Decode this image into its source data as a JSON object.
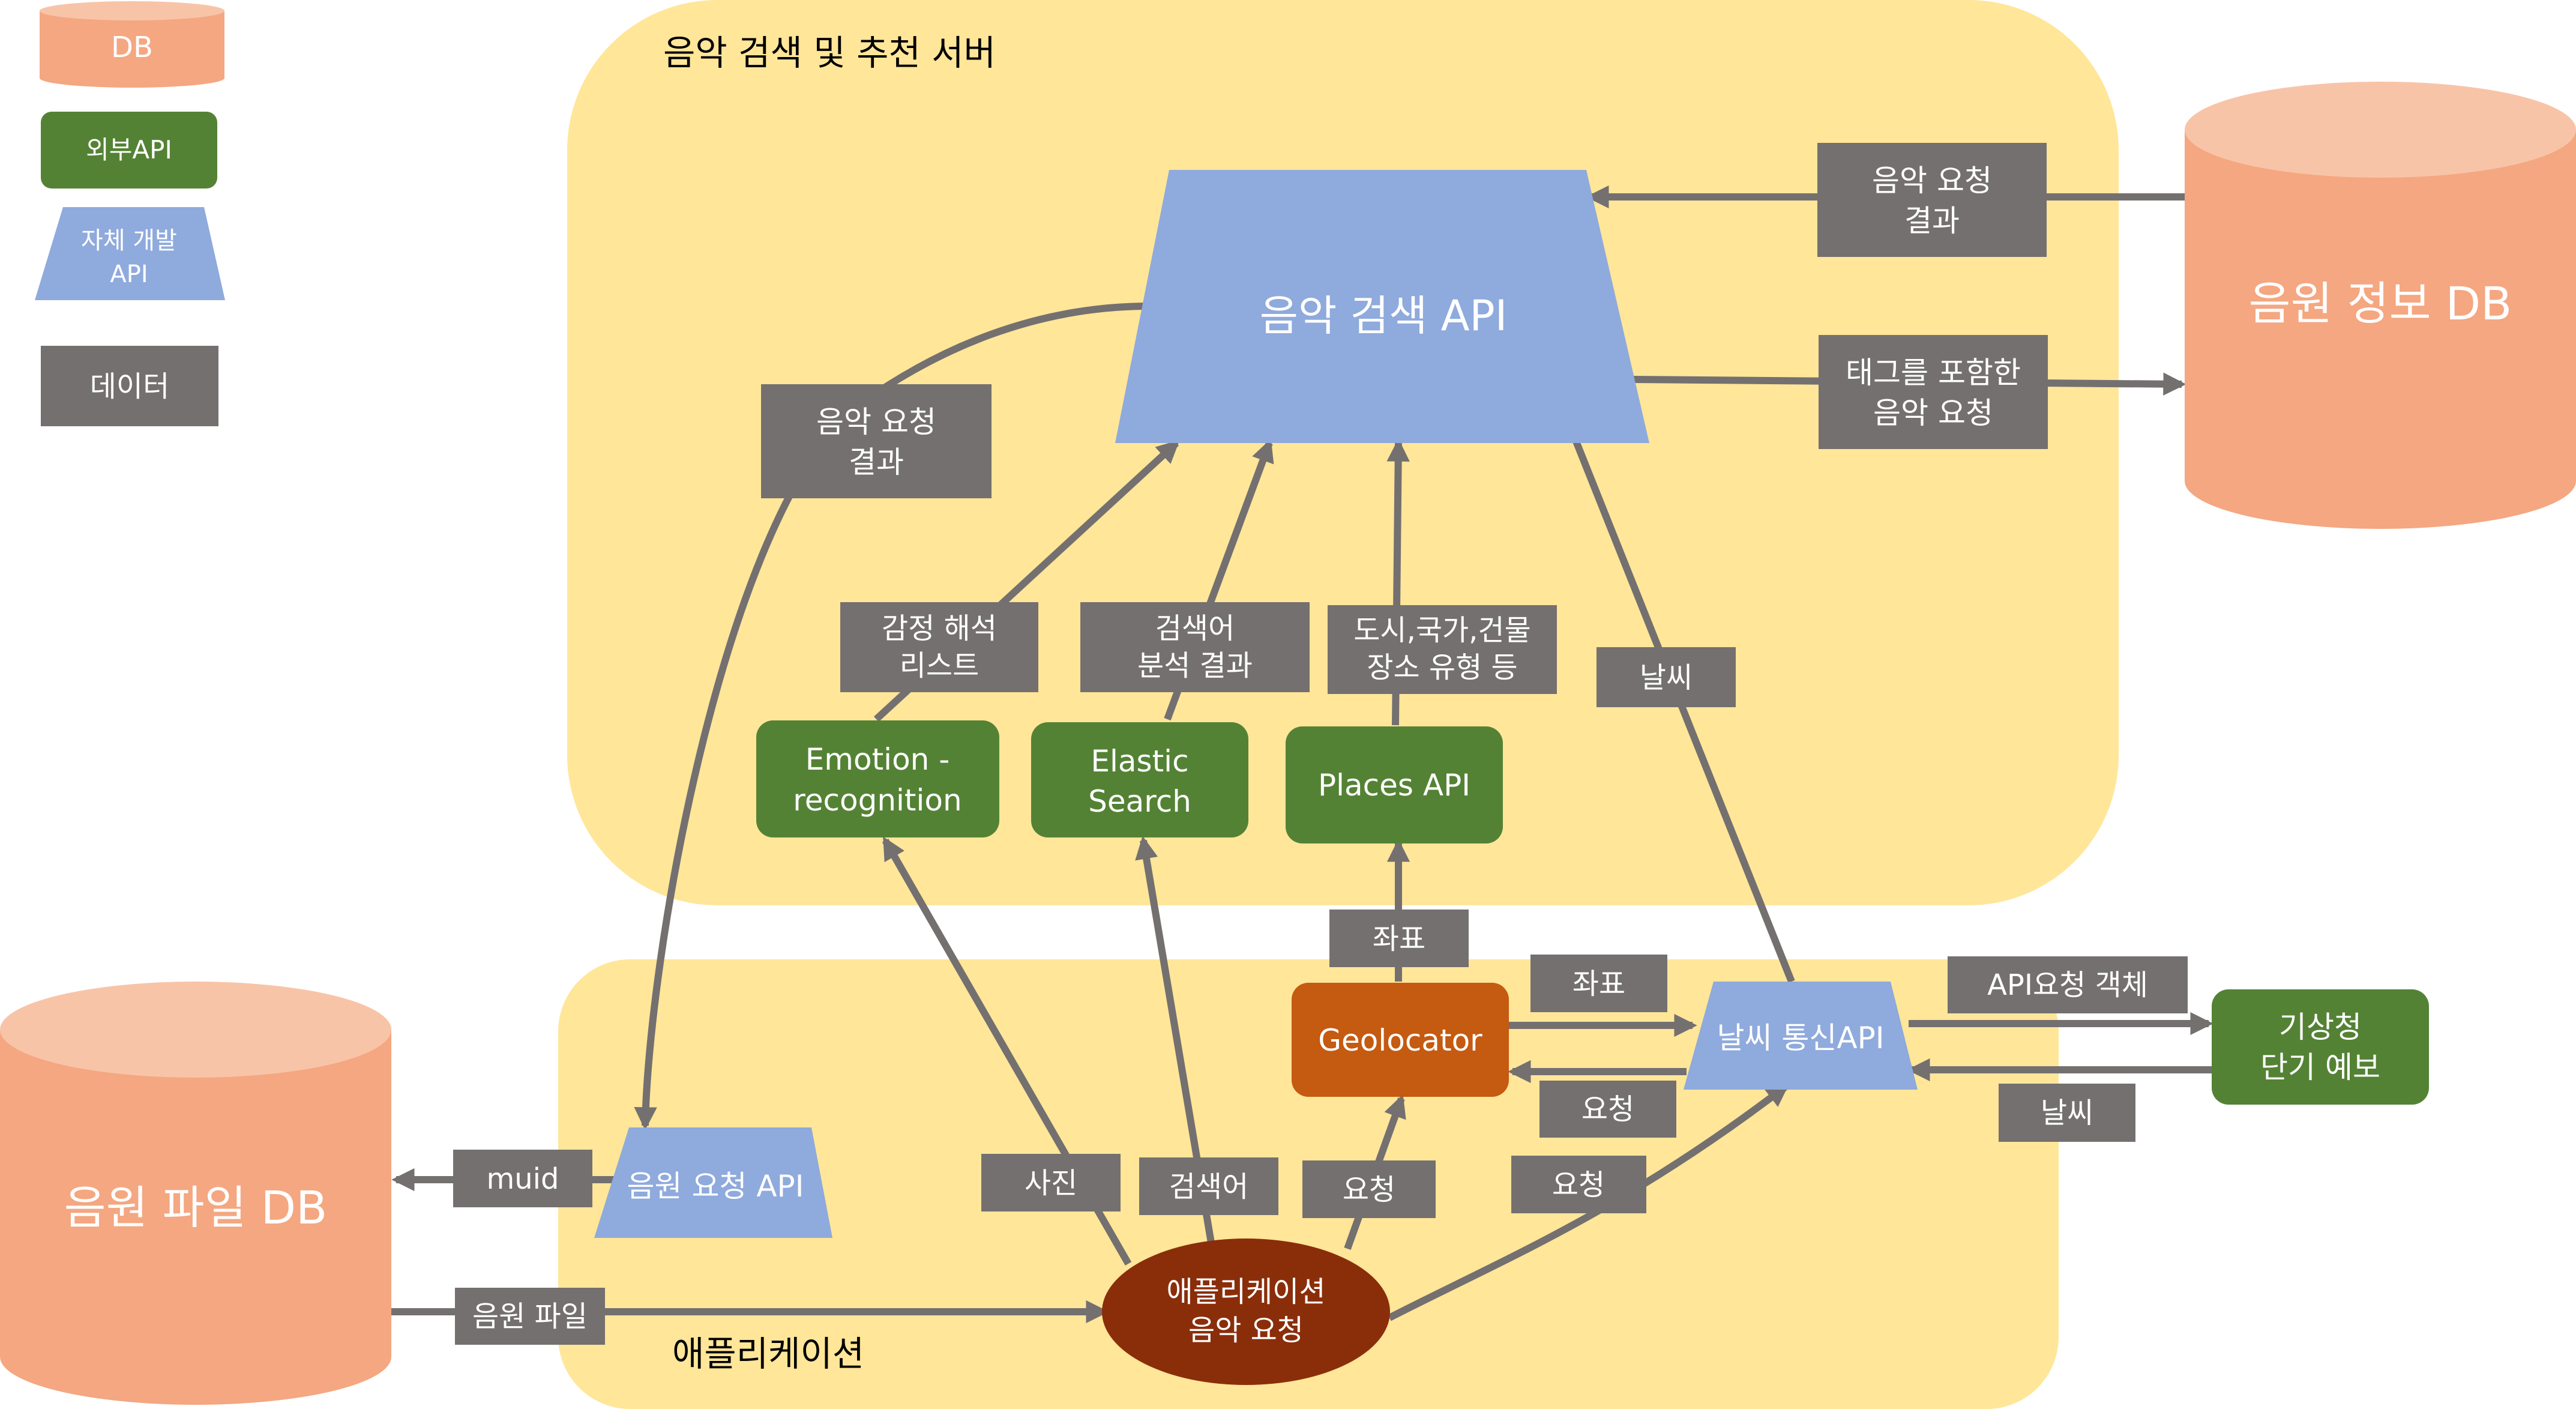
{
  "colors": {
    "zone": "#FFE699",
    "db": "#F4A781",
    "db_top": "#F8C4A8",
    "external_api": "#548235",
    "custom_api": "#8FAADC",
    "data_box": "#747070",
    "geolocator": "#C55A11",
    "app_request": "#8A2E0A",
    "arrow": "#747070",
    "text_light": "#FFFFFF",
    "text_dark": "#000000"
  },
  "legend": {
    "db": "DB",
    "external_api": "외부API",
    "custom_api": [
      "자체 개발",
      "API"
    ],
    "data": "데이터"
  },
  "zones": {
    "server": "음악 검색 및 추천 서버",
    "app": "애플리케이션"
  },
  "databases": {
    "music_info": "음원 정보 DB",
    "music_file": "음원 파일 DB"
  },
  "custom_apis": {
    "search": "음악 검색 API",
    "request": "음원 요청 API",
    "weather": "날씨 통신API"
  },
  "external_apis": {
    "emotion": [
      "Emotion -",
      "recognition"
    ],
    "elastic": [
      "Elastic",
      "Search"
    ],
    "places": "Places API",
    "kma": [
      "기상청",
      "단기 예보"
    ]
  },
  "nodes": {
    "geolocator": "Geolocator",
    "app_request": [
      "애플리케이션",
      "음악 요청"
    ]
  },
  "data_labels": {
    "db_result": [
      "음악 요청",
      "결과"
    ],
    "tag_request": [
      "태그를 포함한",
      "음악 요청"
    ],
    "search_result": [
      "음악 요청",
      "결과"
    ],
    "emotion_list": [
      "감정 해석",
      "리스트"
    ],
    "keyword_analysis": [
      "검색어",
      "분석 결과"
    ],
    "place_types": [
      "도시,국가,건물",
      "장소 유형 등"
    ],
    "weather_up": "날씨",
    "coord_up": "좌표",
    "coord_right": "좌표",
    "request_back": "요청",
    "api_object": "API요청 객체",
    "weather_back": "날씨",
    "muid": "muid",
    "photo": "사진",
    "keyword": "검색어",
    "request_geo": "요청",
    "request_weather": "요청",
    "music_file": "음원 파일"
  }
}
